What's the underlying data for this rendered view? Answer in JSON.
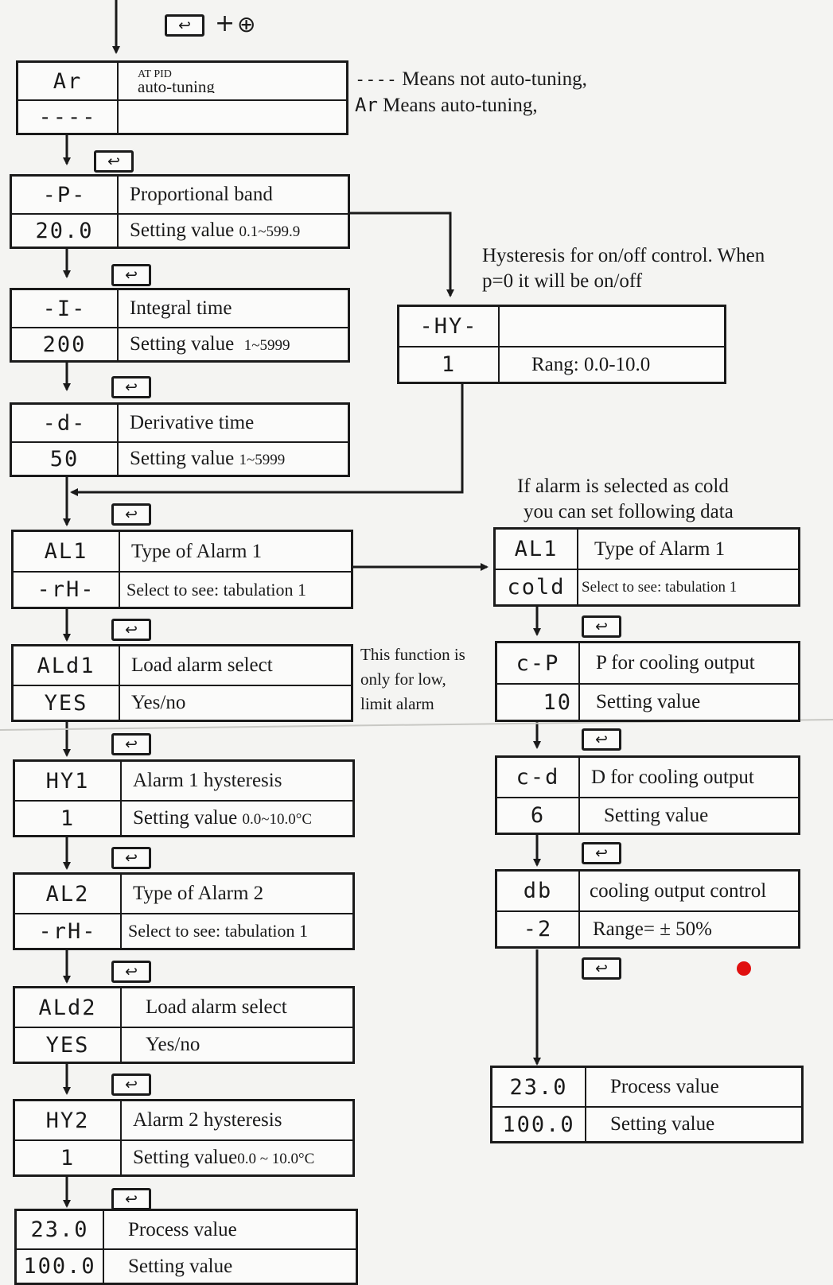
{
  "top_combo": {
    "plus": "+",
    "up_symbol": "⊕"
  },
  "cycle_key_symbol": "↩",
  "at_block": {
    "code": "Ar",
    "small_label": "AT PID",
    "desc": "auto-tuning",
    "code2": "----"
  },
  "at_notes": {
    "line1_code": "----",
    "line1_text": "Means not auto-tuning,",
    "line2_code": "Ar",
    "line2_text": "Means auto-tuning,"
  },
  "left_blocks": [
    {
      "code": "-P-",
      "desc": "Proportional band",
      "code2": "20.0",
      "desc2": "Setting value",
      "range2": "0.1~599.9"
    },
    {
      "code": "-I-",
      "desc": "Integral time",
      "code2": "200",
      "desc2": "Setting value",
      "range2": "1~5999"
    },
    {
      "code": "-d-",
      "desc": "Derivative time",
      "code2": "50",
      "desc2": "Setting value",
      "range2": "1~5999"
    },
    {
      "code": "AL1",
      "desc": "Type of Alarm 1",
      "code2": "-rH-",
      "desc2": "Select to see: tabulation 1",
      "range2": ""
    },
    {
      "code": "ALd1",
      "desc": "Load alarm select",
      "code2": "YES",
      "desc2": "Yes/no",
      "range2": ""
    },
    {
      "code": "HY1",
      "desc": "Alarm 1 hysteresis",
      "code2": "1",
      "desc2": "Setting value",
      "range2": "0.0~10.0°C"
    },
    {
      "code": "AL2",
      "desc": "Type of Alarm 2",
      "code2": "-rH-",
      "desc2": "Select to see: tabulation 1",
      "range2": ""
    },
    {
      "code": "ALd2",
      "desc": "Load alarm select",
      "code2": "YES",
      "desc2": "Yes/no",
      "range2": ""
    },
    {
      "code": "HY2",
      "desc": "Alarm 2 hysteresis",
      "code2": "1",
      "desc2": "Setting value",
      "range2": "0.0 ~ 10.0°C"
    },
    {
      "code": "23.0",
      "desc": "Process value",
      "code2": "100.0",
      "desc2": "Setting value",
      "range2": ""
    }
  ],
  "hy_note": {
    "line1": "Hysteresis for on/off control. When",
    "line2": "p=0 it will be on/off"
  },
  "hy_block": {
    "code": "-HY-",
    "desc": "",
    "code2": "1",
    "desc2": "Rang: 0.0-10.0"
  },
  "load_note": {
    "line1": "This function is",
    "line2": "only for low,",
    "line3": "limit alarm"
  },
  "cold_note": {
    "line1": "If alarm is selected as cold",
    "line2": "you can set following data"
  },
  "right_blocks": [
    {
      "code": "AL1",
      "desc": "Type of Alarm 1",
      "code2": "cold",
      "desc2": "Select to see: tabulation 1"
    },
    {
      "code": "c-P",
      "desc": "P for cooling output",
      "code2": "10",
      "desc2": "Setting value"
    },
    {
      "code": "c-d",
      "desc": "D for cooling output",
      "code2": "6",
      "desc2": "Setting value"
    },
    {
      "code": "db",
      "desc": "cooling output control",
      "code2": "-2",
      "desc2": "Range= ± 50%"
    },
    {
      "code": "23.0",
      "desc": "Process value",
      "code2": "100.0",
      "desc2": "Setting value"
    }
  ],
  "colors": {
    "ink": "#1a1a1a",
    "paper": "#f4f4f2",
    "red_dot": "#e01010"
  }
}
